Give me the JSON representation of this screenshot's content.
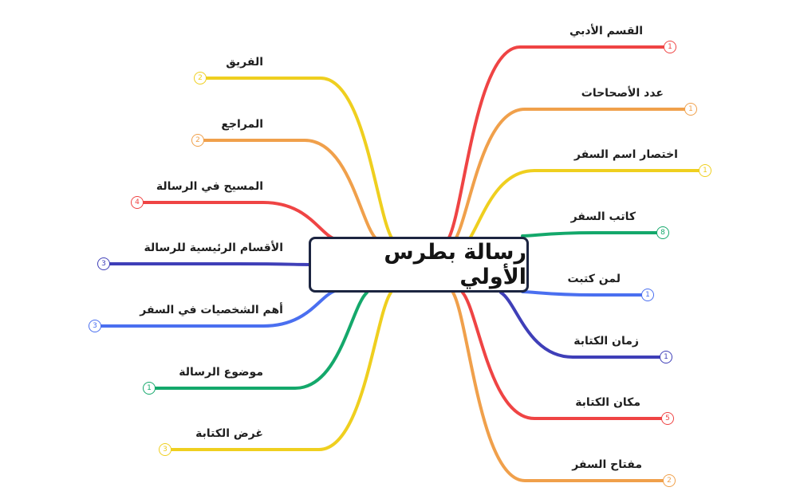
{
  "root": {
    "label": "رسالة بطرس الأولي"
  },
  "colors": {
    "red": "#ef4444",
    "orange": "#f0a04b",
    "yellow": "#efcf1f",
    "green": "#14a86b",
    "blue": "#4a6ff0",
    "indigo": "#3f3fb8"
  },
  "right_branches": [
    {
      "label": "القسم الأدبي",
      "badge": "1",
      "color": "red"
    },
    {
      "label": "عدد الأصحاحات",
      "badge": "1",
      "color": "orange"
    },
    {
      "label": "اختصار اسم السفر",
      "badge": "1",
      "color": "yellow"
    },
    {
      "label": "كاتب السفر",
      "badge": "8",
      "color": "green"
    },
    {
      "label": "لمن كتبت",
      "badge": "1",
      "color": "blue"
    },
    {
      "label": "زمان الكتابة",
      "badge": "1",
      "color": "indigo"
    },
    {
      "label": "مكان الكتابة",
      "badge": "5",
      "color": "red"
    },
    {
      "label": "مفتاح السفر",
      "badge": "2",
      "color": "orange"
    }
  ],
  "left_branches": [
    {
      "label": "الفريق",
      "badge": "2",
      "color": "yellow"
    },
    {
      "label": "المراجع",
      "badge": "2",
      "color": "orange"
    },
    {
      "label": "المسيح في الرسالة",
      "badge": "4",
      "color": "red"
    },
    {
      "label": "الأقسام الرئيسية للرسالة",
      "badge": "3",
      "color": "indigo"
    },
    {
      "label": "أهم الشخصيات في السفر",
      "badge": "3",
      "color": "blue"
    },
    {
      "label": "موضوع الرسالة",
      "badge": "1",
      "color": "green"
    },
    {
      "label": "غرض الكتابة",
      "badge": "3",
      "color": "yellow"
    }
  ]
}
